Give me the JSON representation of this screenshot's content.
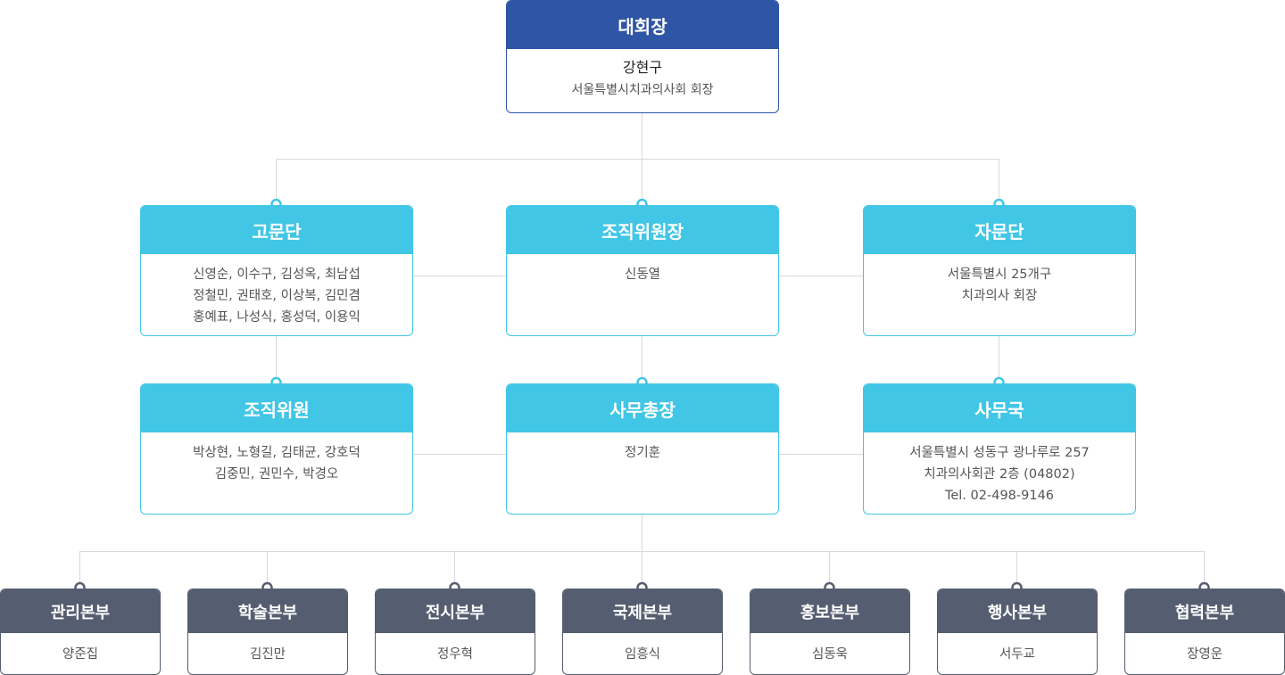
{
  "chairman": {
    "title": "대회장",
    "name": "강현구",
    "role": "서울특별시치과의사회 회장"
  },
  "tier1": [
    {
      "id": "advisors",
      "title": "고문단",
      "lines": [
        "신영순, 이수구, 김성옥, 최남섭",
        "정철민, 권태호, 이상복, 김민겸",
        "홍예표, 나성식, 홍성덕, 이용익"
      ]
    },
    {
      "id": "org-chair",
      "title": "조직위원장",
      "lines": [
        "신동열"
      ]
    },
    {
      "id": "consultants",
      "title": "자문단",
      "lines": [
        "서울특별시 25개구",
        "치과의사 회장"
      ]
    }
  ],
  "tier2": [
    {
      "id": "org-members",
      "title": "조직위원",
      "lines": [
        "박상현, 노형길, 김태균, 강호덕",
        "김중민, 권민수, 박경오"
      ]
    },
    {
      "id": "secretary-general",
      "title": "사무총장",
      "lines": [
        "정기훈"
      ]
    },
    {
      "id": "secretariat",
      "title": "사무국",
      "lines": [
        "서울특별시 성동구 광나루로 257",
        "치과의사회관 2층 (04802)",
        "Tel. 02-498-9146"
      ]
    }
  ],
  "divisions": [
    {
      "id": "management",
      "title": "관리본부",
      "name": "양준집"
    },
    {
      "id": "academic",
      "title": "학술본부",
      "name": "김진만"
    },
    {
      "id": "exhibition",
      "title": "전시본부",
      "name": "정우혁"
    },
    {
      "id": "international",
      "title": "국제본부",
      "name": "임흥식"
    },
    {
      "id": "pr",
      "title": "홍보본부",
      "name": "심동욱"
    },
    {
      "id": "events",
      "title": "행사본부",
      "name": "서두교"
    },
    {
      "id": "cooperation",
      "title": "협력본부",
      "name": "장영운"
    }
  ],
  "colors": {
    "chairman": "#2f55a6",
    "middle": "#41c6e6",
    "division": "#555e70",
    "line": "#d6d9de"
  }
}
